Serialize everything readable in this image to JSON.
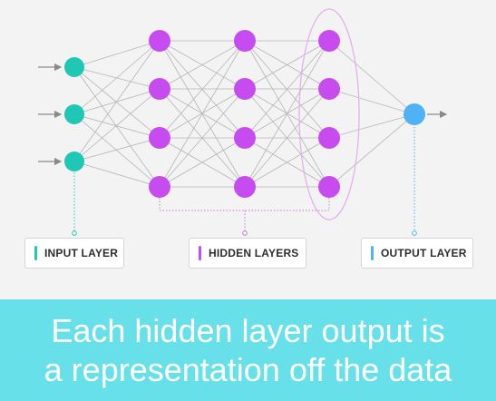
{
  "labels": {
    "input": "INPUT LAYER",
    "hidden": "HIDDEN LAYERS",
    "output": "OUTPUT LAYER"
  },
  "caption": {
    "line1": "Each hidden layer output is",
    "line2": "a representation off the data"
  },
  "network": {
    "layer_sizes": [
      3,
      4,
      4,
      4,
      1
    ],
    "highlighted_layer_index": 3
  },
  "colors": {
    "input": "#1ec8b4",
    "hidden": "#c64cf0",
    "output": "#4fb2f5",
    "edge": "#b5b5b5",
    "connector": "#c47ad8",
    "caption_bg": "#67e0ea",
    "diagram_bg": "#f3f3f3"
  }
}
